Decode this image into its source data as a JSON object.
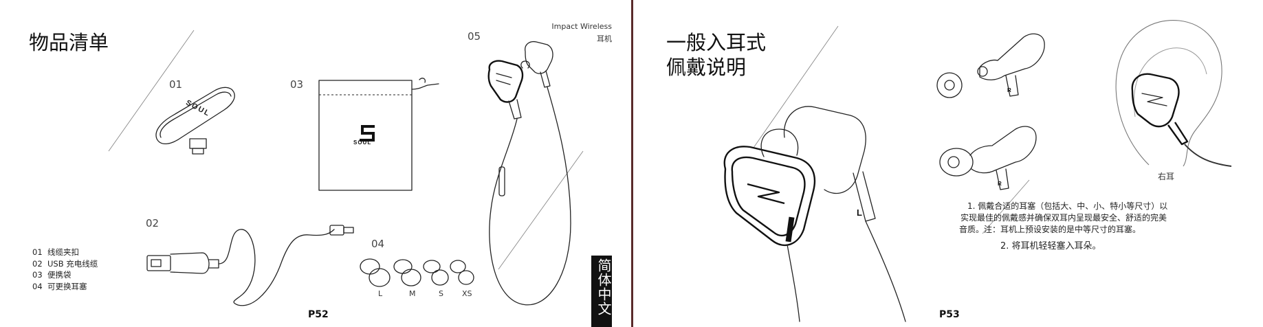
{
  "left": {
    "title": "物品清单",
    "item_numbers": [
      "01",
      "02",
      "03",
      "04",
      "05"
    ],
    "clip_brand": "SOUL",
    "pouch_brand": "SOUL",
    "product_name": "Impact Wireless",
    "product_sub": "耳机",
    "tip_sizes": [
      "L",
      "M",
      "S",
      "XS"
    ],
    "legend": [
      {
        "code": "01",
        "text": "线缆夹扣"
      },
      {
        "code": "02",
        "text": "USB 充电线缆"
      },
      {
        "code": "03",
        "text": "便携袋"
      },
      {
        "code": "04",
        "text": "可更换耳塞"
      }
    ],
    "folio": "P52",
    "language_tab": "简体中文"
  },
  "right": {
    "title_line1": "一般入耳式",
    "title_line2": "佩戴说明",
    "ear_label": "右耳",
    "earbud_side_marks": [
      "L",
      "R",
      "R"
    ],
    "step1_line1": "1. 佩戴合适的耳塞（包括大、中、小、特小等尺寸）以",
    "step1_line2": "实现最佳的佩戴感并确保双耳内呈现最安全、舒适的完美",
    "step1_line3": "音质。注：耳机上预设安装的是中等尺寸的耳塞。",
    "step2": "2. 将耳机轻轻塞入耳朵。",
    "folio": "P53"
  }
}
